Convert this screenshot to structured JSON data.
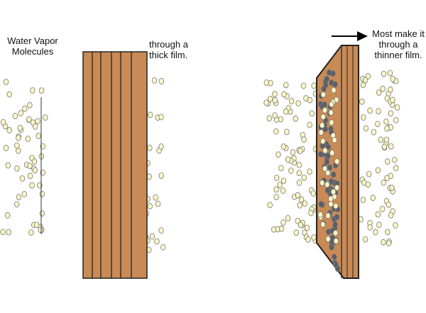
{
  "labels": {
    "left_title_line1": "Water Vapor",
    "left_title_line2": "Molecules",
    "thick_line1": "through a",
    "thick_line2": "thick film.",
    "thin_line1": "Most make it",
    "thin_line2": "through a",
    "thin_line3": "thinner film."
  },
  "colors": {
    "film": "#c98a55",
    "molecule": "#fbf6c6",
    "absorbed": "#5a5e66",
    "outline": "#222222"
  }
}
